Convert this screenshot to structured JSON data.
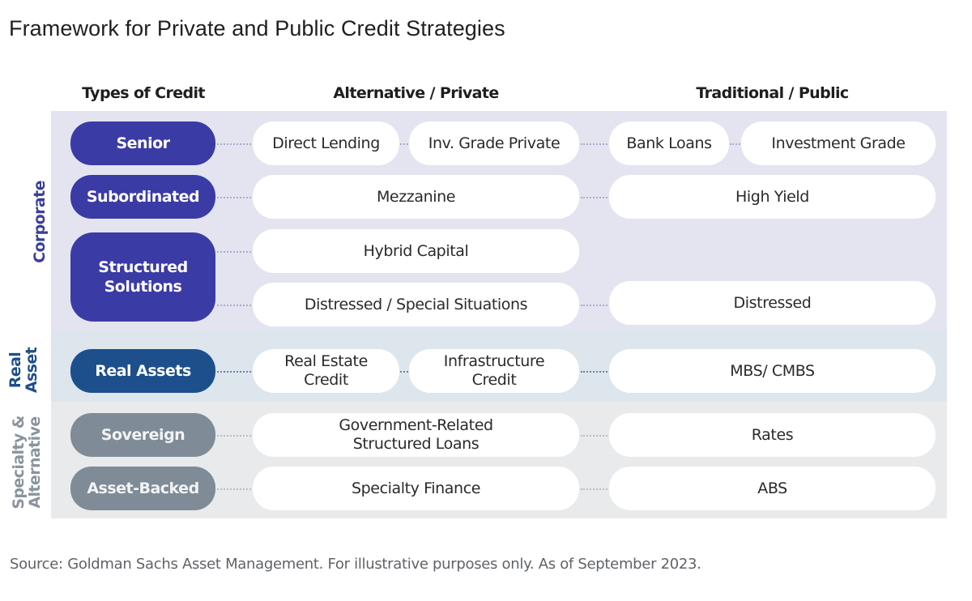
{
  "title": "Framework for Private and Public Credit Strategies",
  "columns": {
    "types": "Types of Credit",
    "alternative": "Alternative / Private",
    "traditional": "Traditional / Public"
  },
  "groups": {
    "corporate": "Corporate",
    "real_asset": [
      "Real",
      "Asset"
    ],
    "specialty": [
      "Specialty &",
      "Alternative"
    ]
  },
  "colors": {
    "corporate_pill": "#3b3ba6",
    "real_asset_pill": "#1d4f8c",
    "specialty_pill": "#7f8b97",
    "corporate_band": "#e4e4f1",
    "real_asset_band": "#dde5ed",
    "specialty_band": "#e8eaec"
  },
  "rows": {
    "senior": {
      "type": "Senior",
      "alternative": [
        "Direct Lending",
        "Inv. Grade Private"
      ],
      "traditional": [
        "Bank Loans",
        "Investment Grade"
      ]
    },
    "subordinated": {
      "type": "Subordinated",
      "alternative": [
        "Mezzanine"
      ],
      "traditional": [
        "High Yield"
      ]
    },
    "structured": {
      "type_lines": [
        "Structured",
        "Solutions"
      ],
      "alternative_hybrid": "Hybrid Capital",
      "alternative_distressed": "Distressed / Special Situations",
      "traditional_distressed": "Distressed"
    },
    "real_assets": {
      "type": "Real Assets",
      "alternative": [
        [
          "Real Estate",
          "Credit"
        ],
        [
          "Infrastructure",
          "Credit"
        ]
      ],
      "traditional": "MBS/ CMBS"
    },
    "sovereign": {
      "type": "Sovereign",
      "alternative_lines": [
        "Government-Related",
        "Structured Loans"
      ],
      "traditional": "Rates"
    },
    "asset_backed": {
      "type": "Asset-Backed",
      "alternative": "Specialty Finance",
      "traditional": "ABS"
    }
  },
  "source": "Source: Goldman Sachs Asset Management. For illustrative purposes only. As of September 2023."
}
